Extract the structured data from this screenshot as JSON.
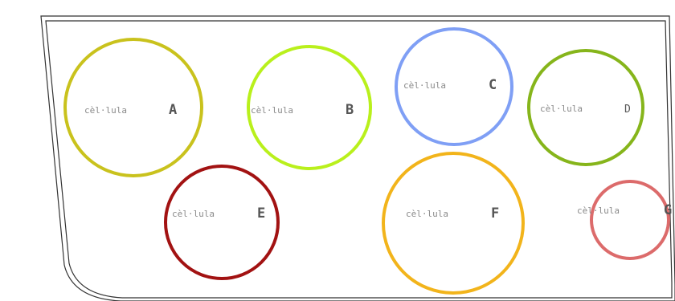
{
  "container": {
    "stroke": "#333333"
  },
  "cells": [
    {
      "id": "A",
      "label": "cèl·lula",
      "letter": "A",
      "color": "#c9c21d"
    },
    {
      "id": "B",
      "label": "cèl·lula",
      "letter": "B",
      "color": "#b9f01c"
    },
    {
      "id": "C",
      "label": "cèl·lula",
      "letter": "C",
      "color": "#7f9ff5"
    },
    {
      "id": "D",
      "label": "cèl·lula",
      "letter": "D",
      "color": "#86b51b"
    },
    {
      "id": "E",
      "label": "cèl·lula",
      "letter": "E",
      "color": "#a21212"
    },
    {
      "id": "F",
      "label": "cèl·lula",
      "letter": "F",
      "color": "#f2b41b"
    },
    {
      "id": "G",
      "label": "cèl·lula",
      "letter": "G",
      "color": "#dc6b6b"
    }
  ]
}
